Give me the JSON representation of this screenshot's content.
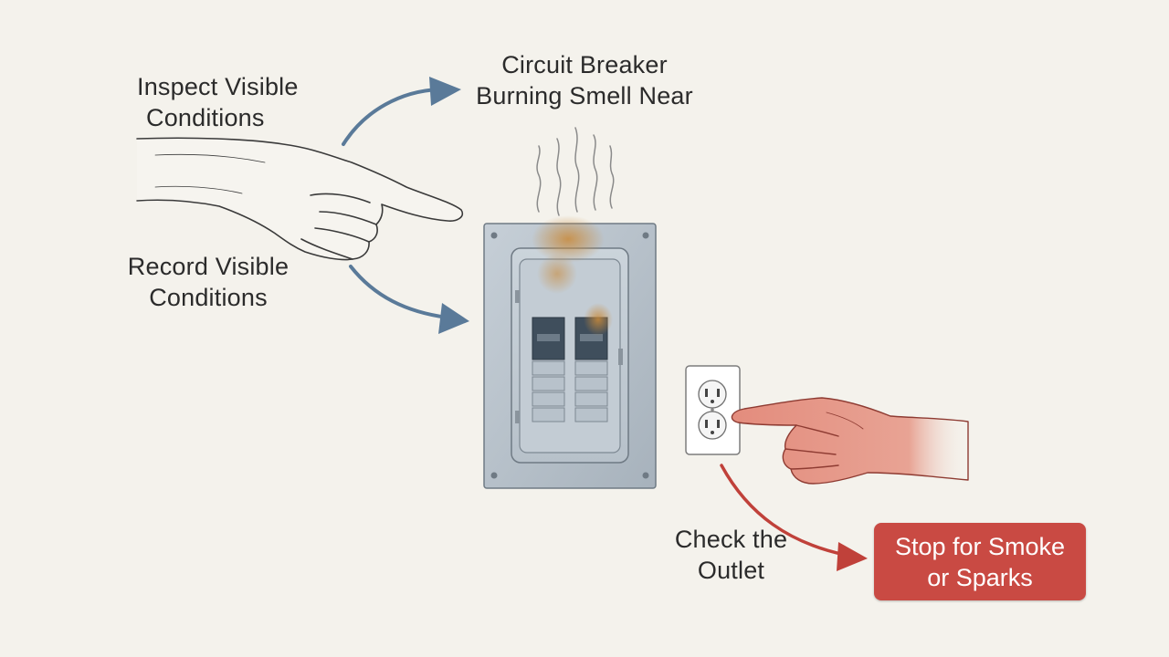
{
  "labels": {
    "inspect": [
      "Inspect Visible",
      "Conditions"
    ],
    "circuit": [
      "Circuit Breaker",
      "Burning Smell Near"
    ],
    "record": [
      "Record Visible",
      "Conditions"
    ],
    "outlet": [
      "Check the",
      "Outlet"
    ],
    "stop": [
      "Stop for Smoke",
      "or Sparks"
    ]
  },
  "colors": {
    "background": "#f4f2ec",
    "blue_arrow": "#5a7a99",
    "red_arrow": "#c0413a",
    "panel": "#b9c3cc",
    "stop_box": "#c94a43",
    "burn": "#c98a3a"
  },
  "icons": [
    "pointing-hand-icon",
    "pointing-hand-icon",
    "breaker-panel-icon",
    "outlet-icon",
    "smoke-icon"
  ]
}
